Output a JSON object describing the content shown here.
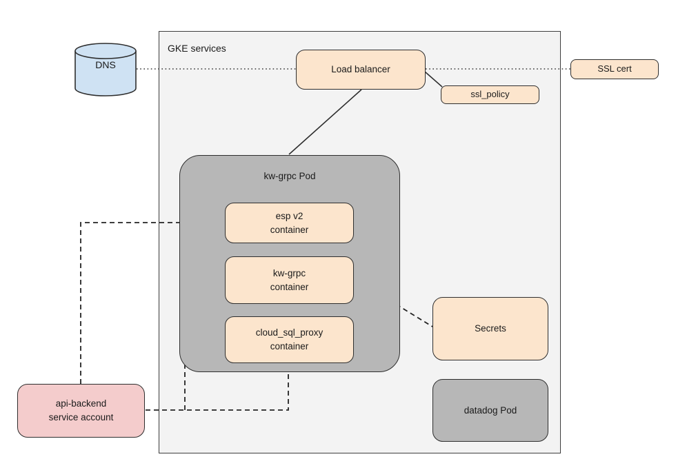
{
  "colors": {
    "gke_bg": "#f3f3f3",
    "peach": "#fce5cd",
    "pod_gray": "#b7b7b7",
    "dns_blue": "#cfe2f3",
    "pink": "#f4cccc",
    "border": "#2d2d2d",
    "edge": "#333333"
  },
  "diagram": {
    "gke": {
      "title": "GKE services"
    },
    "nodes": {
      "dns": {
        "label": "DNS"
      },
      "load_balancer": {
        "label": "Load balancer"
      },
      "ssl_policy": {
        "label": "ssl_policy"
      },
      "ssl_cert": {
        "label": "SSL cert"
      },
      "kw_grpc_pod": {
        "label": "kw-grpc Pod"
      },
      "esp_v2_container": {
        "label": "esp v2\ncontainer"
      },
      "kw_grpc_container": {
        "label": "kw-grpc\ncontainer"
      },
      "cloud_sql_proxy_container": {
        "label": "cloud_sql_proxy\ncontainer"
      },
      "secrets": {
        "label": "Secrets"
      },
      "datadog_pod": {
        "label": "datadog Pod"
      },
      "api_backend_service_account": {
        "label": "api-backend\nservice account"
      }
    },
    "edges": [
      {
        "from": "dns",
        "to": "load_balancer",
        "style": "dotted"
      },
      {
        "from": "load_balancer",
        "to": "ssl_cert",
        "style": "dotted"
      },
      {
        "from": "load_balancer",
        "to": "ssl_policy",
        "style": "solid"
      },
      {
        "from": "load_balancer",
        "to": "kw_grpc_pod",
        "style": "solid"
      },
      {
        "from": "api_backend_service_account",
        "to": "esp_v2_container",
        "style": "dashed"
      },
      {
        "from": "api_backend_service_account",
        "to": "kw_grpc_container",
        "style": "dashed"
      },
      {
        "from": "api_backend_service_account",
        "to": "cloud_sql_proxy_container",
        "style": "dashed"
      },
      {
        "from": "kw_grpc_container",
        "to": "secrets",
        "style": "dashed"
      }
    ]
  }
}
